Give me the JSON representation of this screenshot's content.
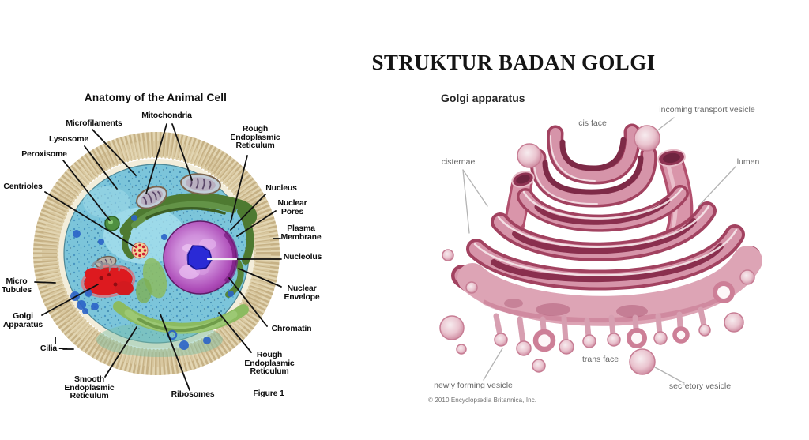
{
  "page": {
    "background": "#ffffff"
  },
  "left_diagram": {
    "title": "Anatomy of the Animal Cell",
    "figure_caption": "Figure 1",
    "labels": {
      "microfilaments": "Microfilaments",
      "mitochondria": "Mitochondria",
      "rough_er_top": "Rough\nEndoplasmic\nReticulum",
      "lysosome": "Lysosome",
      "peroxisome": "Peroxisome",
      "centrioles": "Centrioles",
      "nucleus": "Nucleus",
      "nuclear_pores": "Nuclear\nPores",
      "plasma_membrane": "Plasma\nMembrane",
      "nucleolus": "Nucleolus",
      "nuclear_envelope": "Nuclear\nEnvelope",
      "chromatin": "Chromatin",
      "rough_er_bottom": "Rough\nEndoplasmic\nReticulum",
      "micro_tubules": "Micro\nTubules",
      "golgi_apparatus": "Golgi\nApparatus",
      "cilia": "Cilia —",
      "smooth_er": "Smooth\nEndoplasmic\nReticulum",
      "ribosomes": "Ribosomes"
    }
  },
  "right_diagram": {
    "title": "STRUKTUR BADAN GOLGI",
    "subtitle": "Golgi apparatus",
    "labels": {
      "cis_face": "cis face",
      "incoming_transport_vesicle": "incoming transport vesicle",
      "cisternae": "cisternae",
      "lumen": "lumen",
      "trans_face": "trans face",
      "newly_forming_vesicle": "newly forming vesicle",
      "secretory_vesicle": "secretory vesicle"
    },
    "credit": "© 2010 Encyclopædia Britannica, Inc."
  },
  "colors": {
    "cytoplasm_blue": "#7cc5da",
    "cilia_tan": "#c6b185",
    "nucleus_purple": "#8c2a93",
    "nucleolus_blue": "#2a2ad6",
    "golgi_red": "#dd1a1f",
    "er_green_dark": "#4e7a31",
    "er_green_light": "#8cbb60",
    "golgi_pink": "#d694a9",
    "golgi_rim": "#a24260",
    "label_gray": "#666666",
    "leader_gray": "#b3b3b3",
    "leader_black": "#111111"
  }
}
